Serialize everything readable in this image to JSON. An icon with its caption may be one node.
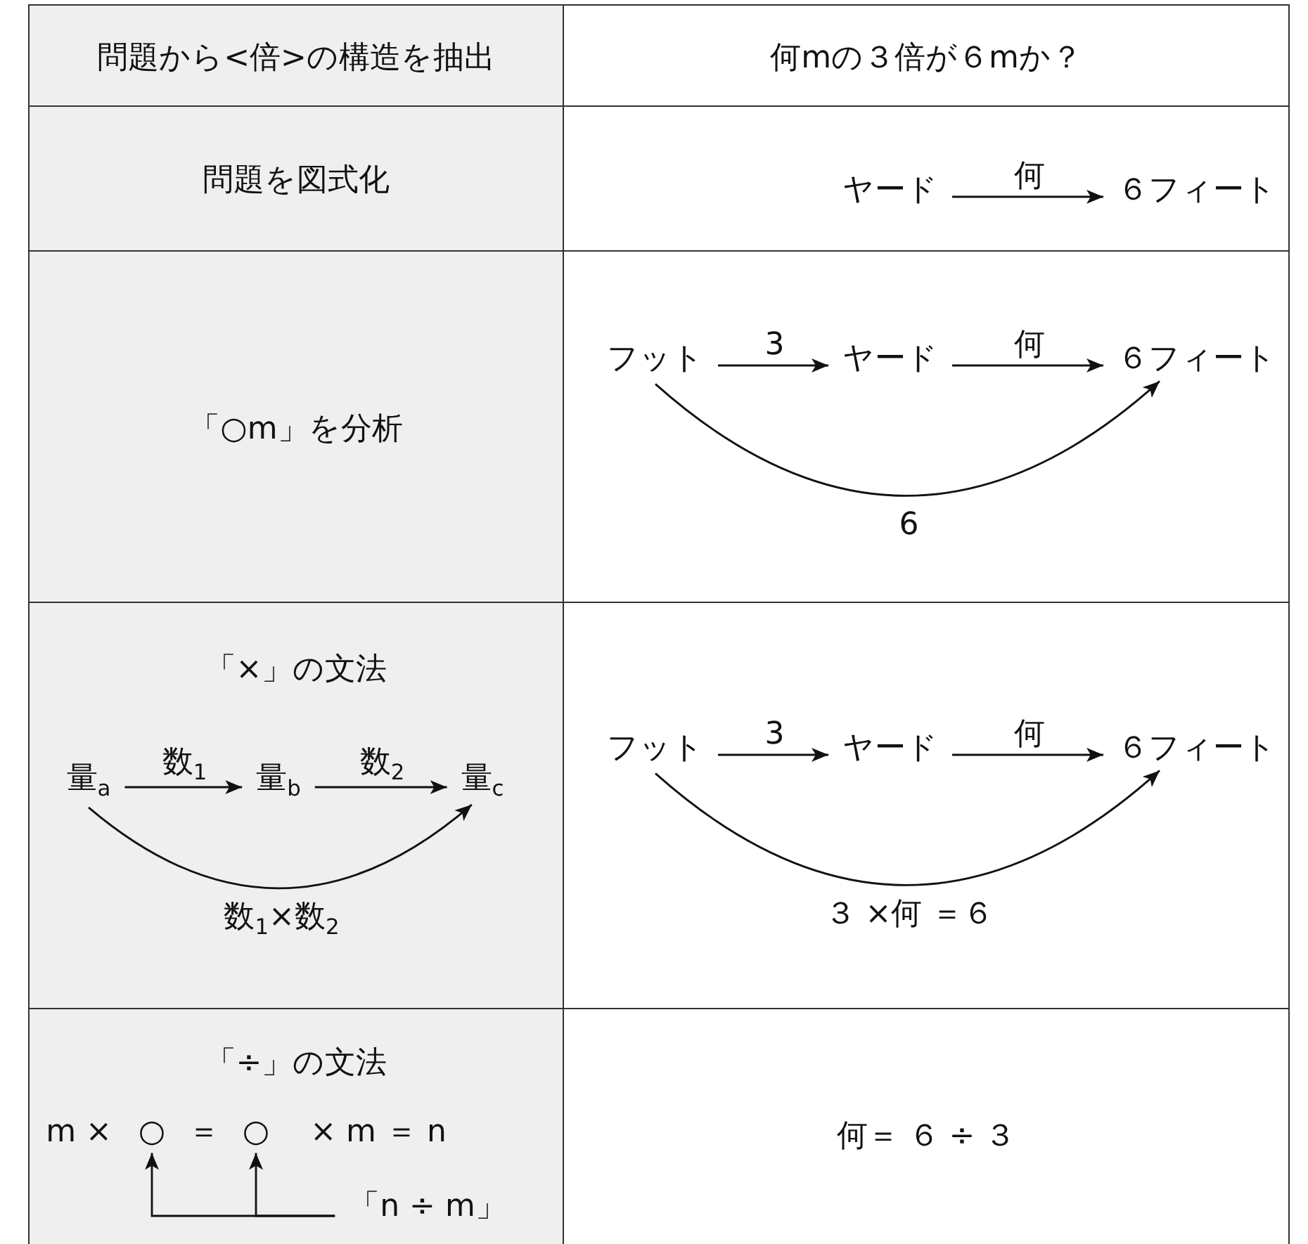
{
  "diagram": {
    "nodes": [
      {
        "text": [
          "問題から<倍>の構造を抽出"
        ]
      },
      {
        "text": [
          "何mの３倍が６mか？"
        ]
      },
      {
        "text": [
          "問題を図式化"
        ]
      },
      {
        "text": [],
        "shape": "box"
      },
      {
        "text": [
          "ヤード"
        ],
        "in": 3
      },
      {
        "text": [
          "６フィート"
        ],
        "in": 3
      },
      {
        "text": [
          "「○m」を分析"
        ]
      },
      {
        "text": [],
        "shape": "box"
      },
      {
        "text": [
          "フット"
        ],
        "in": 7
      },
      {
        "text": [
          "ヤード"
        ],
        "in": 7
      },
      {
        "text": [
          "６フィート"
        ],
        "in": 7
      },
      {
        "text": [
          "「×」の文法"
        ]
      },
      {
        "text": [
          "量$_{a}$"
        ],
        "in": 11
      },
      {
        "text": [
          "量$_{b}$"
        ],
        "in": 11
      },
      {
        "text": [
          "量$_{c}$"
        ],
        "in": 11
      },
      {
        "text": [],
        "shape": "box"
      },
      {
        "text": [
          "フット"
        ],
        "in": 15
      },
      {
        "text": [
          "ヤード"
        ],
        "in": 15
      },
      {
        "text": [
          "６フィート"
        ],
        "in": 15
      },
      {
        "text": [
          "「÷」の文法"
        ]
      },
      {
        "text": [
          "○"
        ],
        "in": 19
      },
      {
        "text": [
          "○"
        ],
        "in": 19
      },
      {
        "text": [
          "「n ÷ m」"
        ],
        "in": 19
      },
      {
        "text": [
          "何＝ ６ ÷ ３"
        ]
      }
    ],
    "edges": [
      {
        "from": 4,
        "to": 5,
        "arrow": "to",
        "label": "何"
      },
      {
        "from": 8,
        "to": 9,
        "arrow": "to",
        "label": "3"
      },
      {
        "from": 9,
        "to": 10,
        "arrow": "to",
        "label": "何"
      },
      {
        "from": 8,
        "to": 10,
        "arrow": "to",
        "label": "6"
      },
      {
        "from": 12,
        "to": 13,
        "arrow": "to",
        "label": "数$_{1}$"
      },
      {
        "from": 13,
        "to": 14,
        "arrow": "to",
        "label": "数$_{2}$"
      },
      {
        "from": 12,
        "to": 14,
        "arrow": "to",
        "label": "数$_{1}$×数$_{2}$"
      },
      {
        "from": 16,
        "to": 17,
        "arrow": "to",
        "label": "3"
      },
      {
        "from": 17,
        "to": 18,
        "arrow": "to",
        "label": "何"
      },
      {
        "from": 16,
        "to": 18,
        "arrow": "to",
        "label": "３ ×何 ＝６"
      },
      {
        "from": 22,
        "to": 20,
        "arrow": "to"
      },
      {
        "from": 22,
        "to": 21,
        "arrow": "to"
      }
    ],
    "labels": [
      "m ×",
      "＝",
      "× m ＝ n"
    ]
  }
}
